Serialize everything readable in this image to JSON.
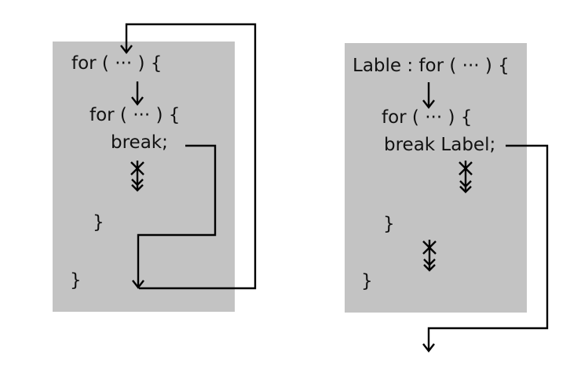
{
  "left": {
    "outer_for": "for ( ··· ) {",
    "inner_for": "for ( ··· ) {",
    "break_stmt": "break;",
    "inner_close": "}",
    "outer_close": "}"
  },
  "right": {
    "outer_for": "Lable : for ( ··· ) {",
    "inner_for": "for ( ··· ) {",
    "break_stmt": "break Label;",
    "inner_close": "}",
    "outer_close": "}"
  }
}
